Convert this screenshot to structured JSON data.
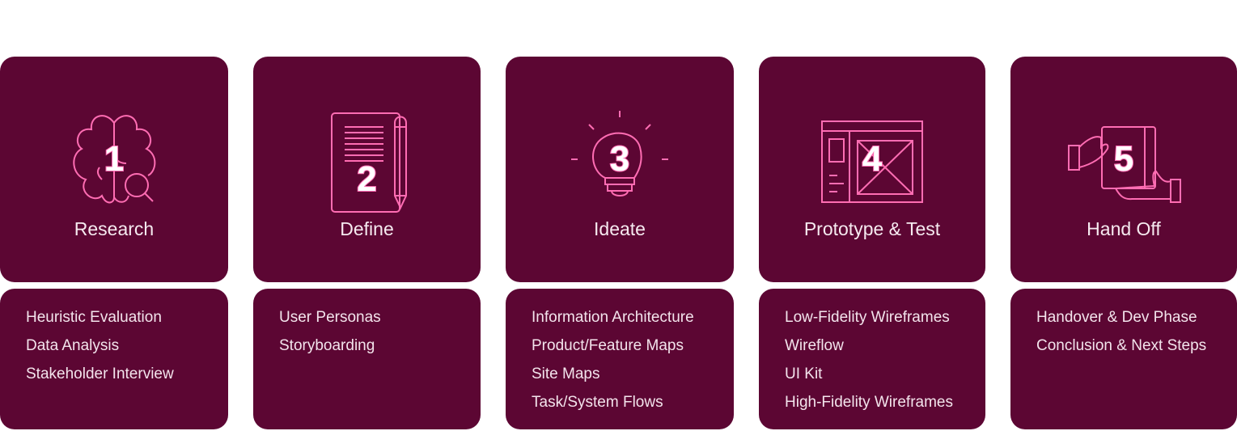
{
  "colors": {
    "card": "#5c0633",
    "accent": "#ff6db3"
  },
  "phases": [
    {
      "number": "1",
      "title": "Research",
      "icon": "brain-magnifier-icon",
      "items": [
        "Heuristic Evaluation",
        "Data Analysis",
        "Stakeholder Interview"
      ]
    },
    {
      "number": "2",
      "title": "Define",
      "icon": "document-pencil-icon",
      "items": [
        "User Personas",
        "Storyboarding"
      ]
    },
    {
      "number": "3",
      "title": "Ideate",
      "icon": "lightbulb-icon",
      "items": [
        "Information Architecture",
        "Product/Feature Maps",
        "Site Maps",
        "Task/System Flows"
      ]
    },
    {
      "number": "4",
      "title": "Prototype & Test",
      "icon": "wireframe-icon",
      "items": [
        "Low-Fidelity Wireframes",
        "Wireflow",
        "UI Kit",
        "High-Fidelity Wireframes"
      ]
    },
    {
      "number": "5",
      "title": "Hand Off",
      "icon": "handover-icon",
      "items": [
        "Handover & Dev Phase",
        "Conclusion & Next Steps"
      ]
    }
  ]
}
